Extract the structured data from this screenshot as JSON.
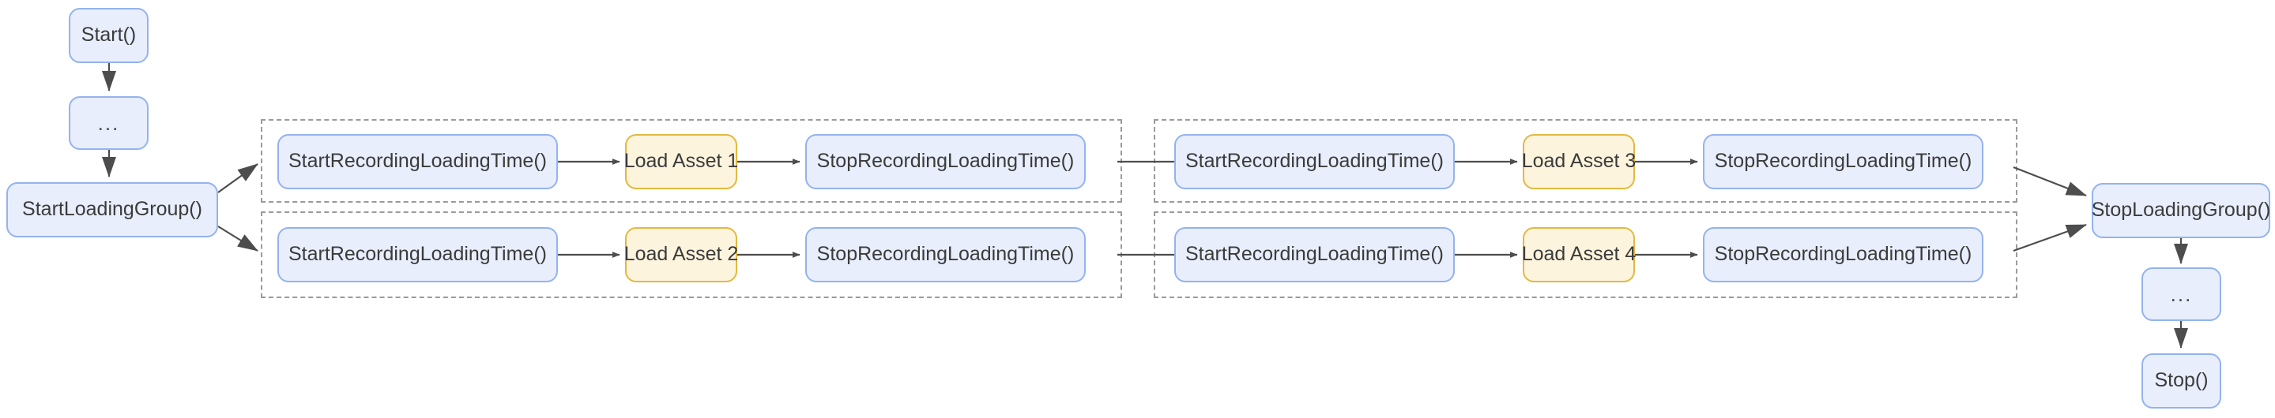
{
  "diagram": {
    "title": "Loading time instrumentation flow",
    "type": "flowchart",
    "colors": {
      "node_blue_fill": "#e8eefc",
      "node_blue_stroke": "#93b3ef",
      "node_yellow_fill": "#fdf4dd",
      "node_yellow_stroke": "#e3b93e",
      "edge_stroke": "#4d4d4d",
      "group_stroke": "#9a9a9a",
      "text": "#3b3b3b",
      "background": "#ffffff"
    },
    "nodes": {
      "start": "Start()",
      "ellipsis_top": "...",
      "start_loading_group": "StartLoadingGroup()",
      "stop_loading_group": "StopLoadingGroup()",
      "ellipsis_bottom": "...",
      "stop": "Stop()",
      "start_recording": "StartRecordingLoadingTime()",
      "stop_recording": "StopRecordingLoadingTime()",
      "load_asset_1": "Load Asset 1",
      "load_asset_2": "Load Asset 2",
      "load_asset_3": "Load Asset 3",
      "load_asset_4": "Load Asset 4"
    },
    "groups": [
      {
        "id": "group-1",
        "rows": [
          {
            "id": "g1-row-1",
            "steps": [
              "StartRecordingLoadingTime()",
              "Load Asset 1",
              "StopRecordingLoadingTime()"
            ]
          },
          {
            "id": "g1-row-2",
            "steps": [
              "StartRecordingLoadingTime()",
              "Load Asset 2",
              "StopRecordingLoadingTime()"
            ]
          }
        ]
      },
      {
        "id": "group-2",
        "rows": [
          {
            "id": "g2-row-1",
            "steps": [
              "StartRecordingLoadingTime()",
              "Load Asset 3",
              "StopRecordingLoadingTime()"
            ]
          },
          {
            "id": "g2-row-2",
            "steps": [
              "StartRecordingLoadingTime()",
              "Load Asset 4",
              "StopRecordingLoadingTime()"
            ]
          }
        ]
      }
    ],
    "edges": [
      {
        "from": "Start()",
        "to": "..."
      },
      {
        "from": "...",
        "to": "StartLoadingGroup()"
      },
      {
        "from": "StartLoadingGroup()",
        "to": "g1-row-1.StartRecordingLoadingTime()"
      },
      {
        "from": "StartLoadingGroup()",
        "to": "g1-row-2.StartRecordingLoadingTime()"
      },
      {
        "from": "g1-row-1.StartRecordingLoadingTime()",
        "to": "Load Asset 1"
      },
      {
        "from": "Load Asset 1",
        "to": "g1-row-1.StopRecordingLoadingTime()"
      },
      {
        "from": "g1-row-1.StopRecordingLoadingTime()",
        "to": "g2-row-1.StartRecordingLoadingTime()"
      },
      {
        "from": "g1-row-2.StartRecordingLoadingTime()",
        "to": "Load Asset 2"
      },
      {
        "from": "Load Asset 2",
        "to": "g1-row-2.StopRecordingLoadingTime()"
      },
      {
        "from": "g1-row-2.StopRecordingLoadingTime()",
        "to": "g2-row-2.StartRecordingLoadingTime()"
      },
      {
        "from": "g2-row-1.StartRecordingLoadingTime()",
        "to": "Load Asset 3"
      },
      {
        "from": "Load Asset 3",
        "to": "g2-row-1.StopRecordingLoadingTime()"
      },
      {
        "from": "g2-row-1.StopRecordingLoadingTime()",
        "to": "StopLoadingGroup()"
      },
      {
        "from": "g2-row-2.StartRecordingLoadingTime()",
        "to": "Load Asset 4"
      },
      {
        "from": "Load Asset 4",
        "to": "g2-row-2.StopRecordingLoadingTime()"
      },
      {
        "from": "g2-row-2.StopRecordingLoadingTime()",
        "to": "StopLoadingGroup()"
      },
      {
        "from": "StopLoadingGroup()",
        "to": "..."
      },
      {
        "from": "...",
        "to": "Stop()"
      }
    ]
  }
}
